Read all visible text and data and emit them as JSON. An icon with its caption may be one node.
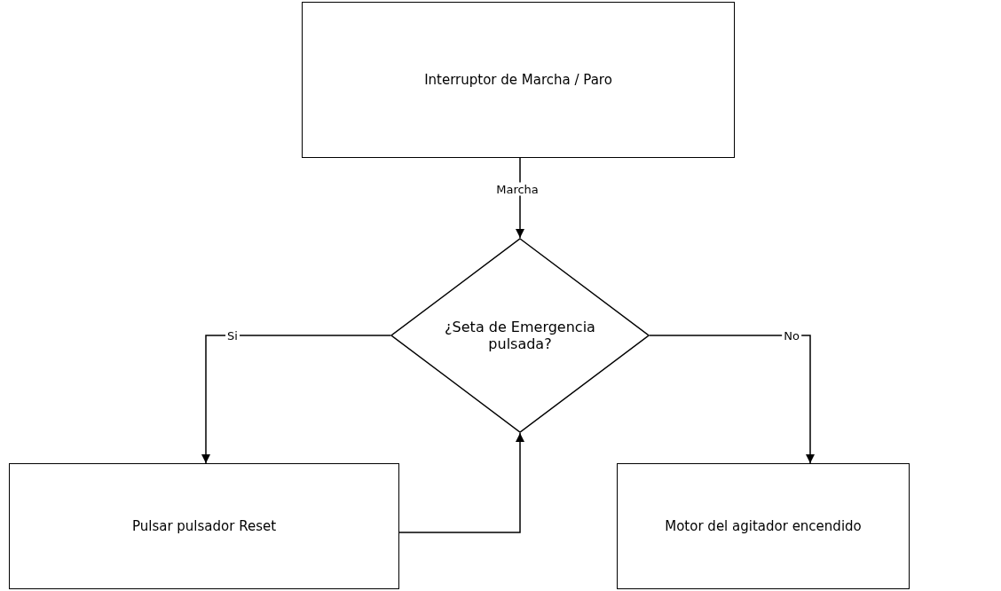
{
  "diagram": {
    "nodes": [
      {
        "text": [
          "Interruptor de Marcha / Paro"
        ]
      },
      {
        "text": [
          "¿Seta de Emergencia pulsada?"
        ]
      },
      {
        "text": [
          "Pulsar pulsador Reset"
        ]
      },
      {
        "text": [
          "Motor del agitador encendido"
        ]
      }
    ],
    "edges": [
      {
        "from": 0,
        "to": 1,
        "arrow": "to",
        "label": "Marcha"
      },
      {
        "from": 1,
        "to": 2,
        "arrow": "to",
        "label": "Si"
      },
      {
        "from": 1,
        "to": 3,
        "arrow": "to",
        "label": "No"
      },
      {
        "from": 2,
        "to": 1,
        "arrow": "to"
      }
    ]
  }
}
